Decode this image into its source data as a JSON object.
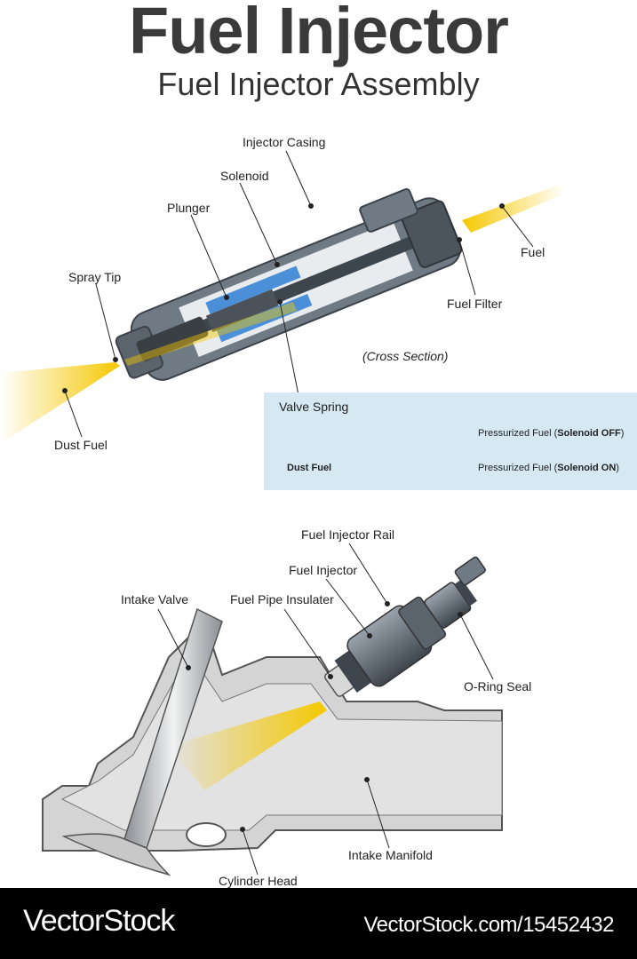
{
  "title": "Fuel Injector",
  "subtitle": "Fuel Injector Assembly",
  "cross_section": {
    "labels": {
      "injector_casing": "Injector Casing",
      "solenoid": "Solenoid",
      "plunger": "Plunger",
      "spray_tip": "Spray Tip",
      "fuel": "Fuel",
      "fuel_filter": "Fuel Filter",
      "cross_section_note": "(Cross Section)",
      "dust_fuel": "Dust Fuel"
    }
  },
  "spring_panel": {
    "title": "Valve Spring",
    "row_off": {
      "text": "Pressurized Fuel  (",
      "state": "Solenoid OFF",
      "close": ")"
    },
    "row_on": {
      "text": "Pressurized Fuel  (",
      "state": "Solenoid ON",
      "close": ")"
    },
    "dust_fuel": "Dust Fuel"
  },
  "installed": {
    "labels": {
      "rail": "Fuel Injector Rail",
      "injector": "Fuel Injector",
      "intake_valve": "Intake Valve",
      "insulator": "Fuel Pipe Insulater",
      "o_ring": "O-Ring Seal",
      "manifold": "Intake Manifold",
      "cylinder_head": "Cylinder Head"
    }
  },
  "footer": {
    "brand": "VectorStock",
    "url": "VectorStock.com/15452432"
  },
  "colors": {
    "casing": "#6f7a85",
    "solenoid": "#4a8fd8",
    "spray": "#f5c800",
    "panel": "#d6e8f2",
    "manifold": "#d4d4d4"
  }
}
